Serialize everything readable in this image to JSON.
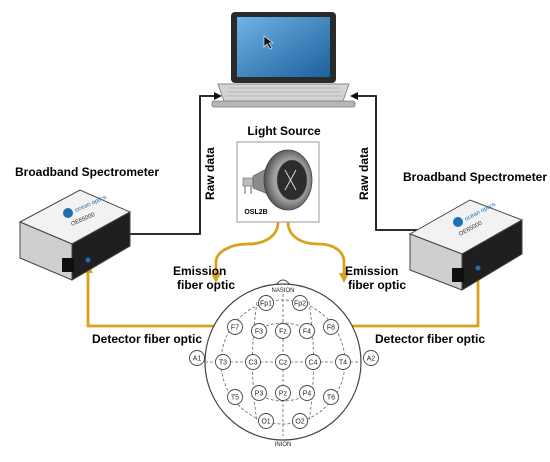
{
  "labels": {
    "light_source": "Light Source",
    "lamp_model": "OSL2B",
    "spectrometer_left": "Broadband Spectrometer",
    "spectrometer_right": "Broadband Spectrometer",
    "raw_data_left": "Raw data",
    "raw_data_right": "Raw data",
    "emission_left_1": "Emission",
    "emission_left_2": "fiber optic",
    "emission_right_1": "Emission",
    "emission_right_2": "fiber optic",
    "detector_left": "Detector fiber optic",
    "detector_right": "Detector fiber optic",
    "nasion": "NASION",
    "inion": "INION",
    "device_brand": "ocean optics",
    "device_model": "OE65000"
  },
  "electrodes": {
    "fp1": "Fp1",
    "fp2": "Fp2",
    "f7": "F7",
    "f3": "F3",
    "fz": "Fz",
    "f4": "F4",
    "f8": "F8",
    "a1": "A1",
    "t3": "T3",
    "c3": "C3",
    "cz": "Cz",
    "c4": "C4",
    "t4": "T4",
    "a2": "A2",
    "t5": "T5",
    "p3": "P3",
    "pz": "Pz",
    "p4": "P4",
    "t6": "T6",
    "o1": "O1",
    "o2": "O2"
  },
  "colors": {
    "fiber": "#d9a21b",
    "data_line": "#111111",
    "screen": "#2f7fc0",
    "device_body": "#e8e8e8",
    "device_dark": "#1c1c1c"
  }
}
